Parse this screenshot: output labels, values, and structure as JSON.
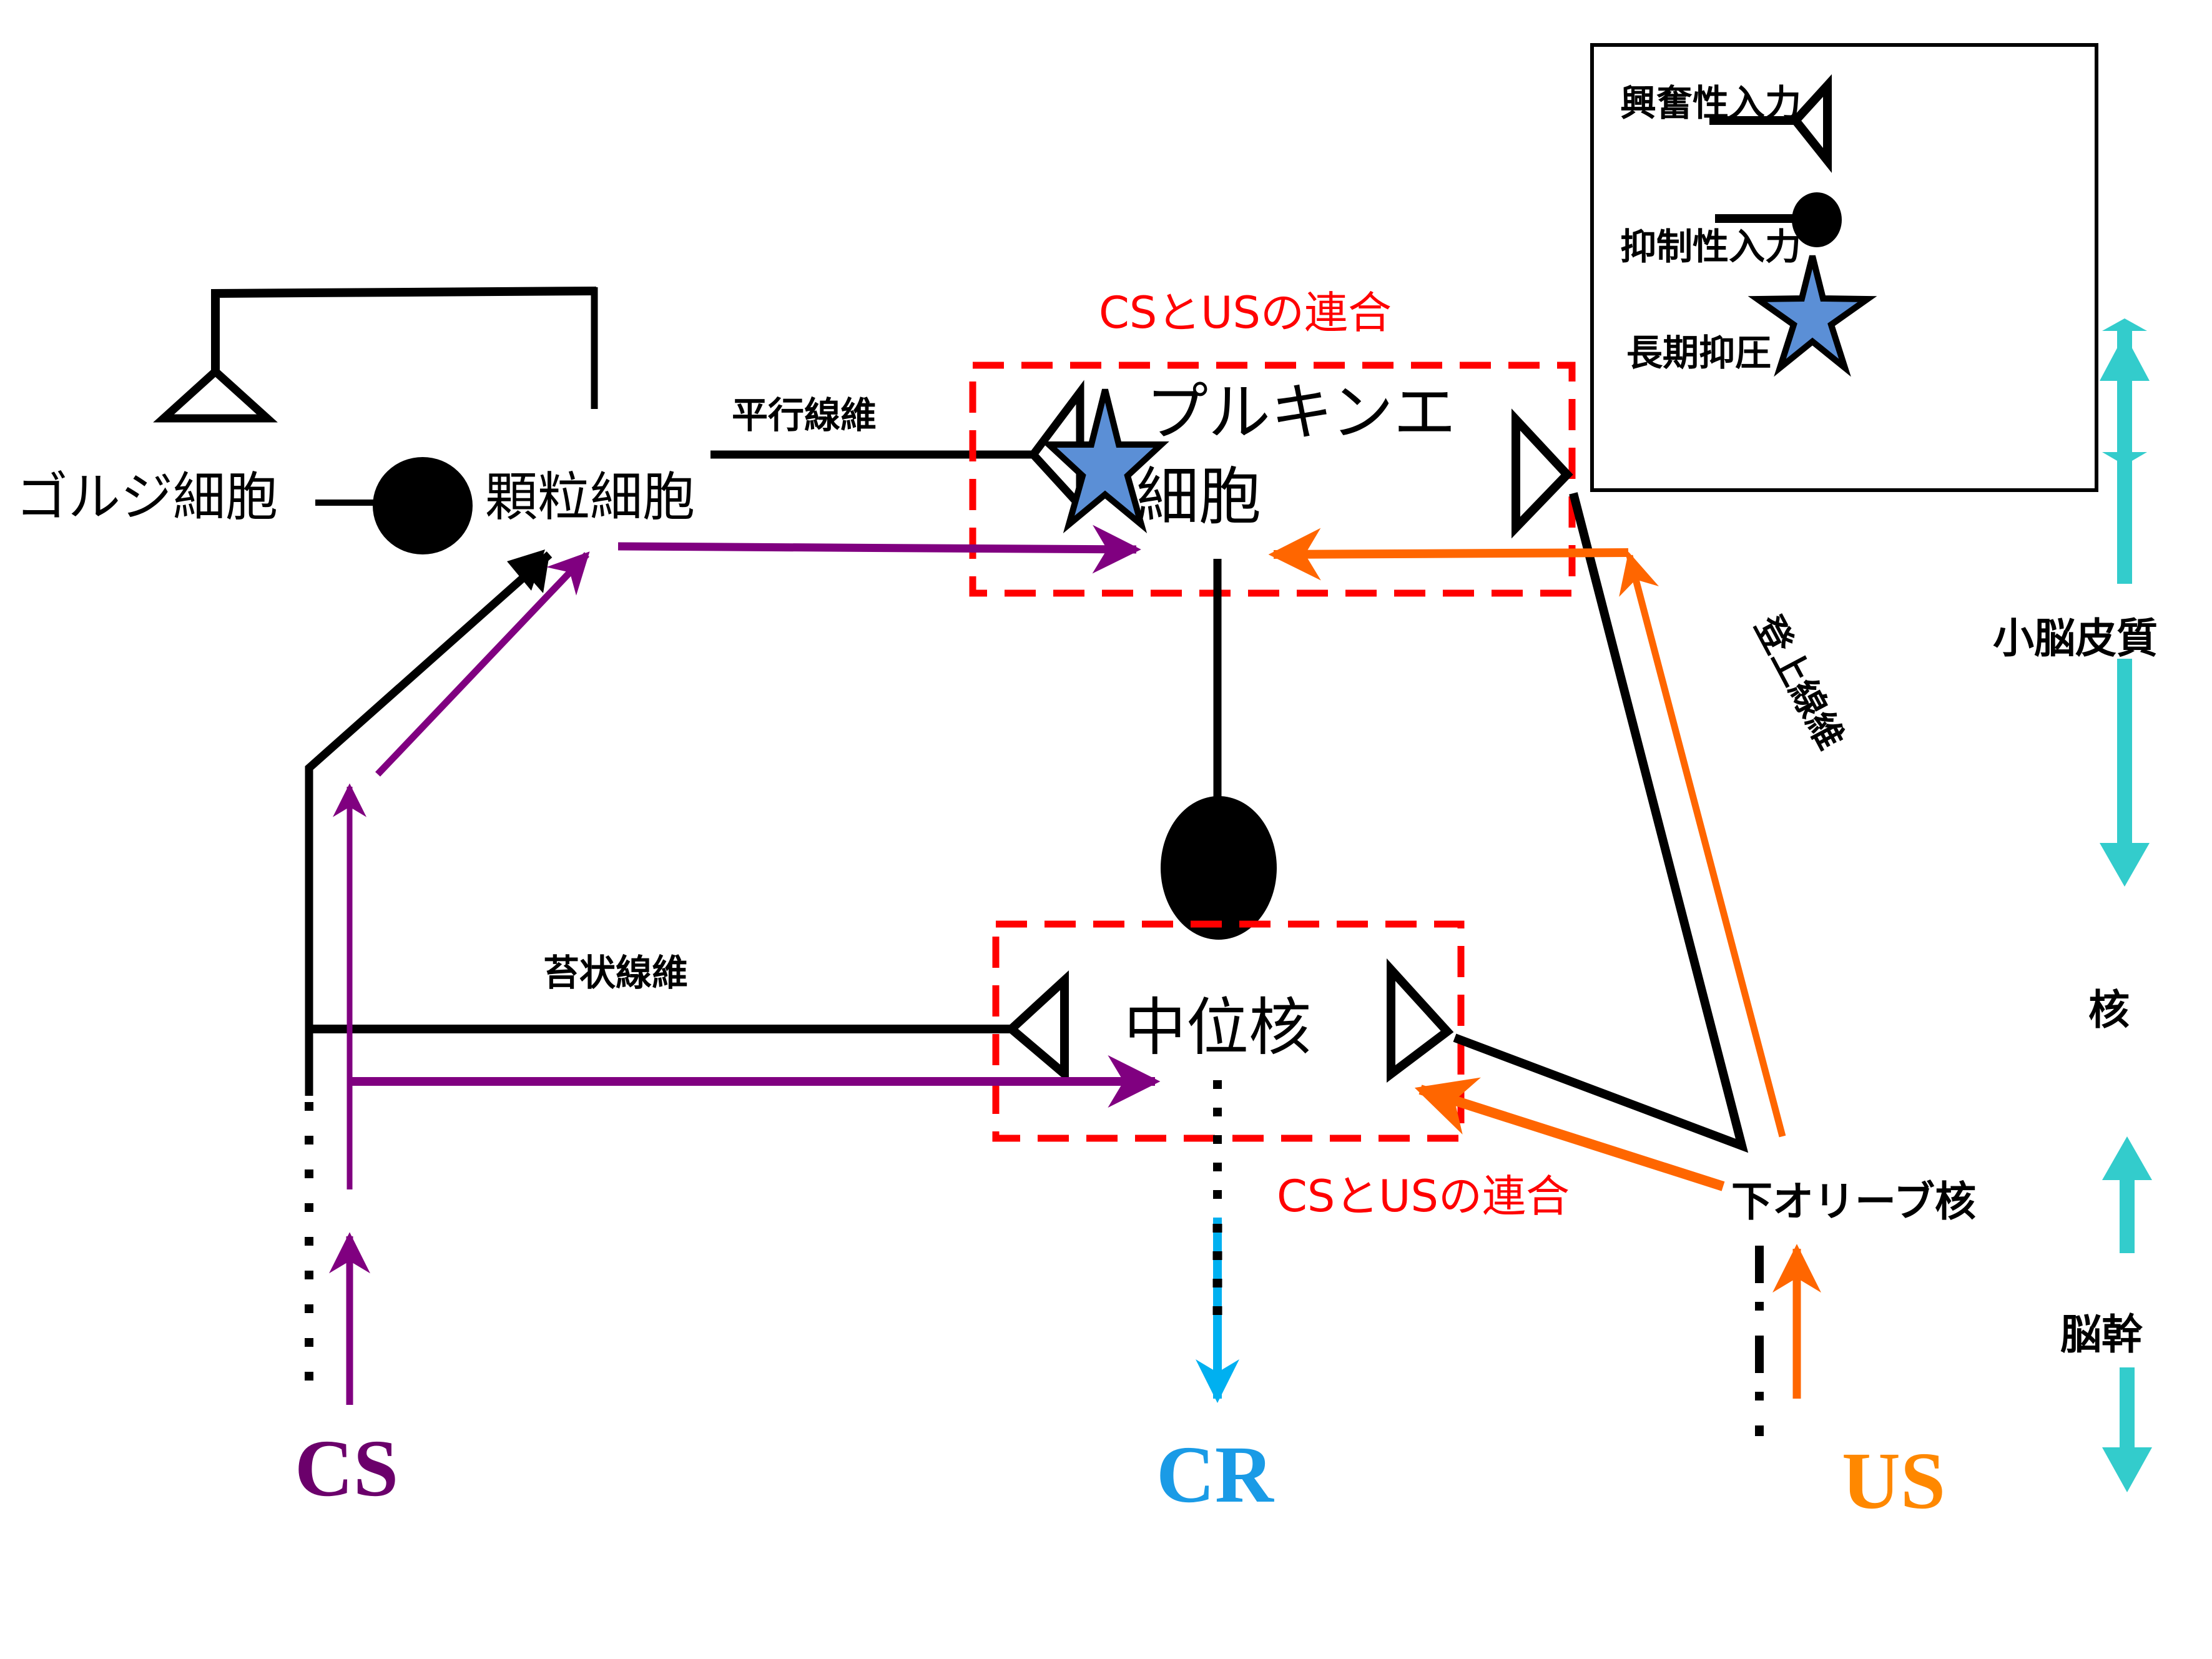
{
  "colors": {
    "cs": "#800080",
    "cs_label": "#6b006b",
    "us": "#ff6600",
    "us_label": "#ff8800",
    "cr": "#00b0f0",
    "cr_label": "#1a9be6",
    "association": "#ff0000",
    "region": "#33cccc",
    "ltd_star": "#5b8fd6",
    "line": "#000000"
  },
  "legend": {
    "excitatory_label": "興奮性入力",
    "inhibitory_label": "抑制性入力",
    "ltd_label": "長期抑圧",
    "excitatory_icon": "excitatory-synapse-triangle",
    "inhibitory_icon": "inhibitory-synapse-circle",
    "ltd_icon": "star"
  },
  "cells": {
    "golgi": "ゴルジ細胞",
    "granule": "顆粒細胞",
    "purkinje_line1": "プルキンエ",
    "purkinje_line2": "細胞",
    "interpositus": "中位核",
    "inferior_olive": "下オリーブ核"
  },
  "fibers": {
    "parallel": "平行線維",
    "mossy": "苔状線維",
    "climbing": "登上線維"
  },
  "association_labels": {
    "cortex": "CSとUSの連合",
    "nucleus": "CSとUSの連合"
  },
  "signals": {
    "cs": "CS",
    "cr": "CR",
    "us": "US"
  },
  "regions": {
    "cerebellar_cortex": "小脳皮質",
    "nucleus": "核",
    "brainstem": "脳幹"
  }
}
